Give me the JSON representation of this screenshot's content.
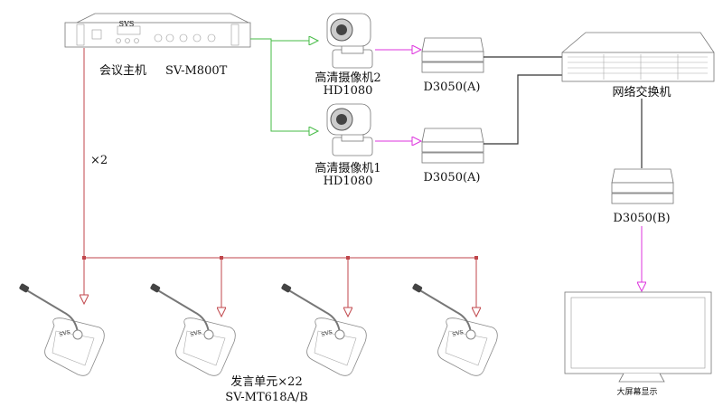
{
  "colors": {
    "video_link": "#44bb44",
    "hdmi_link": "#dd33dd",
    "network_link": "#333333",
    "audio_bus": "#c0464b"
  },
  "host": {
    "label": "会议主机",
    "model": "SV-M800T",
    "brand": "SVS",
    "multiplier": "×2"
  },
  "cameras": [
    {
      "label": "高清摄像机2",
      "model": "HD1080"
    },
    {
      "label": "高清摄像机1",
      "model": "HD1080"
    }
  ],
  "encoders": [
    {
      "label": "D3050(A)"
    },
    {
      "label": "D3050(A)"
    }
  ],
  "switch": {
    "label": "网络交换机"
  },
  "decoder": {
    "label": "D3050(B)"
  },
  "display": {
    "label": "大屏幕显示"
  },
  "units": {
    "label": "发言单元×22",
    "model": "SV-MT618A/B",
    "brand": "SVS"
  }
}
